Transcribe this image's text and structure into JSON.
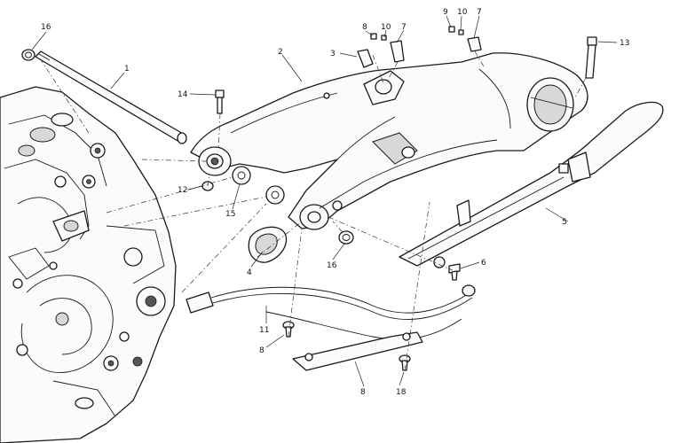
{
  "callouts": {
    "c1": "1",
    "c2": "2",
    "c3": "3",
    "c4": "4",
    "c5": "5",
    "c6": "6",
    "c7a": "7",
    "c7b": "7",
    "c8a": "8",
    "c8b": "8",
    "c8c": "8",
    "c9": "9",
    "c10a": "10",
    "c10b": "10",
    "c11": "11",
    "c12": "12",
    "c13": "13",
    "c14": "14",
    "c15": "15",
    "c16a": "16",
    "c16b": "16",
    "c18": "18"
  }
}
